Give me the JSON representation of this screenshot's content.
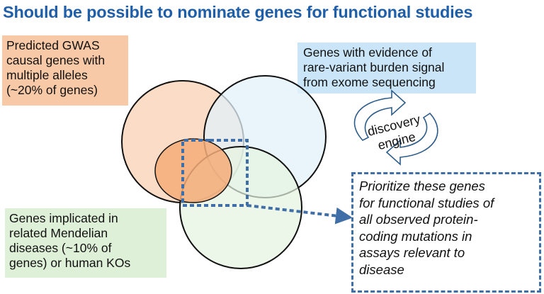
{
  "title": "Should be possible to nominate genes for functional studies",
  "boxes": {
    "gwas": [
      "Predicted GWAS",
      "causal genes with",
      "multiple alleles",
      "(~20% of genes)"
    ],
    "rare": [
      "Genes with evidence of",
      "rare-variant burden signal",
      "from exome sequencing"
    ],
    "mendelian": [
      "Genes implicated in",
      "related Mendelian",
      "diseases (~10% of",
      "genes) or human KOs"
    ],
    "prioritize": [
      "Prioritize these genes",
      "for functional studies of",
      "all observed protein-",
      "coding mutations in",
      "assays relevant to",
      "disease"
    ]
  },
  "engine": {
    "line1": "discovery",
    "line2": "engine"
  },
  "colors": {
    "title": "#1f5ea8",
    "gwas_fill": "#f8c9a6",
    "rare_fill": "#c9e5f7",
    "mendelian_fill": "#dff0d8",
    "dashed": "#3f6fa6"
  }
}
